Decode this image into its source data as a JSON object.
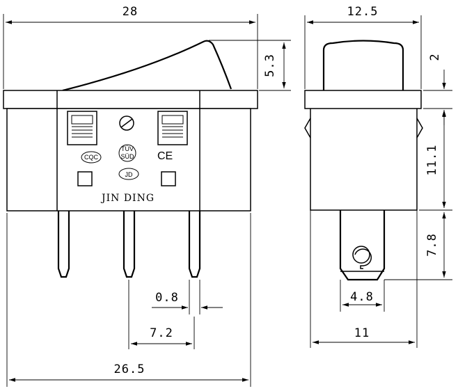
{
  "drawing": {
    "brand_text": "JIN DING",
    "marks": {
      "cqc": "CQC",
      "tuv_top": "TÜV",
      "tuv_bottom": "SÜD",
      "ce": "CE",
      "jd": "JD"
    },
    "dimensions": {
      "overall_width": "28",
      "rocker_height": "5.3",
      "body_width": "26.5",
      "pin_width": "0.8",
      "pin_pitch": "7.2",
      "side_width": "12.5",
      "cap_height": "2",
      "body_height": "11.1",
      "terminal_length": "7.8",
      "terminal_width": "4.8",
      "housing_depth": "11"
    }
  }
}
